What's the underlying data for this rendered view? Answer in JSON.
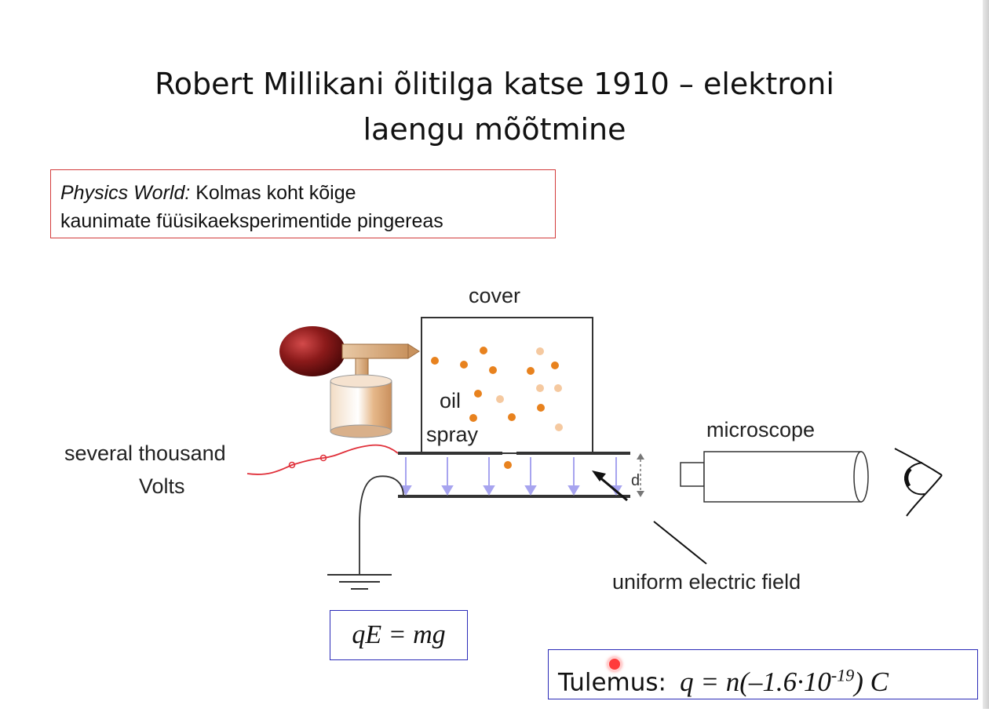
{
  "slide": {
    "title_line1": "Robert Millikani õlitilga katse 1910 – elektroni",
    "title_line2": "laengu mõõtmine",
    "quote_source": "Physics World:",
    "quote_text_line1": " Kolmas koht kõige",
    "quote_text_line2": "kaunimate füüsikaeksperimentide pingereas"
  },
  "diagram": {
    "label_cover": "cover",
    "label_oil": "oil",
    "label_spray": "spray",
    "label_volts_line1": "several thousand",
    "label_volts_line2": "Volts",
    "label_d": "d",
    "label_microscope": "microscope",
    "label_field": "uniform electric field",
    "colors": {
      "bulb": "#8b1a1a",
      "droplet_dark": "#e8821e",
      "droplet_light": "#f5c9a0",
      "field_arrow": "#a7a4ef",
      "wire": "#e0303a"
    }
  },
  "equation": {
    "text": "qE = mg"
  },
  "result": {
    "label": "Tulemus:",
    "formula_main": "q = n(–1.6·10",
    "formula_exp": "-19",
    "formula_tail": ") C"
  }
}
